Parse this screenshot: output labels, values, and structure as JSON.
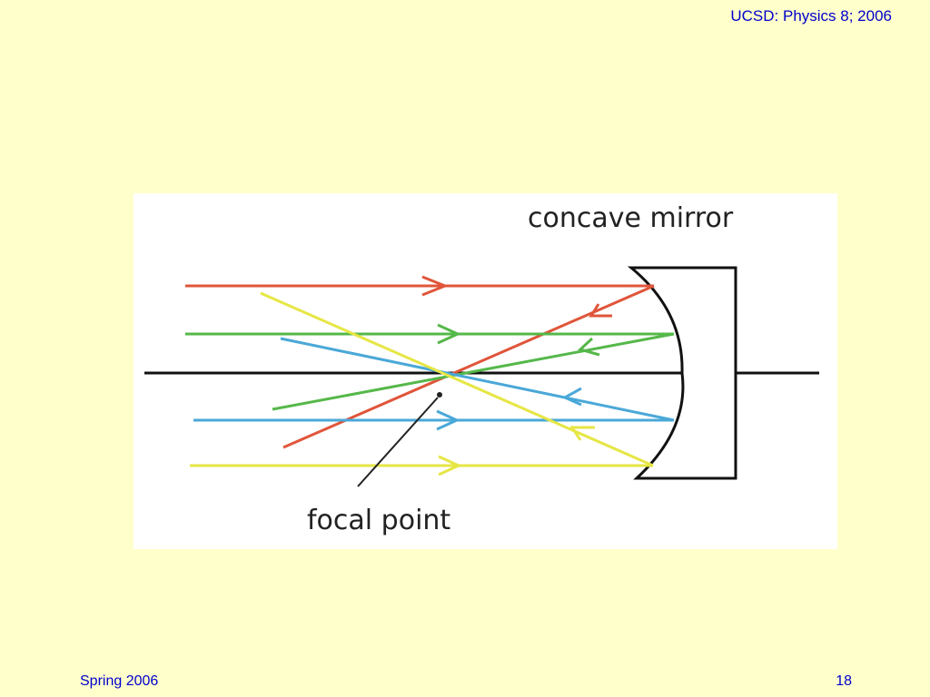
{
  "slide": {
    "header": "UCSD: Physics 8; 2006",
    "footer_left": "Spring 2006",
    "page_number": "18"
  },
  "diagram": {
    "mirror_label": "concave mirror",
    "focal_label": "focal point",
    "colors": {
      "red": "#e0553a",
      "green": "#55b84a",
      "blue": "#4aa8d8",
      "yellow": "#e6e645",
      "axis": "#111111"
    }
  }
}
